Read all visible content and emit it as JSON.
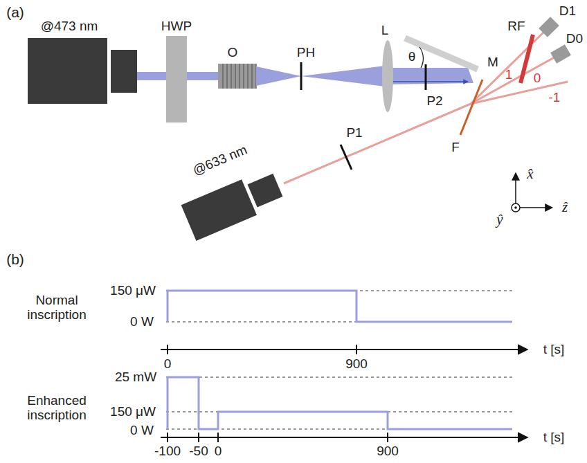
{
  "diagram": {
    "labels": [
      "(a)",
      "@473 nm",
      "HWP",
      "O",
      "PH",
      "L",
      "θ",
      "M",
      "P2",
      "F",
      "RF",
      "D1",
      "D0",
      "1",
      "0",
      "-1",
      "@633 nm",
      "P1",
      "x̂",
      "ŷ",
      "ẑ",
      "(b)",
      "150 μW",
      "0 W",
      "Normal inscription",
      "0",
      "900",
      "t [s]",
      "25 mW",
      "150 μW",
      "0 W",
      "Enhanced inscription",
      "-100",
      "-50",
      "0",
      "900",
      "t [s]"
    ]
  }
}
